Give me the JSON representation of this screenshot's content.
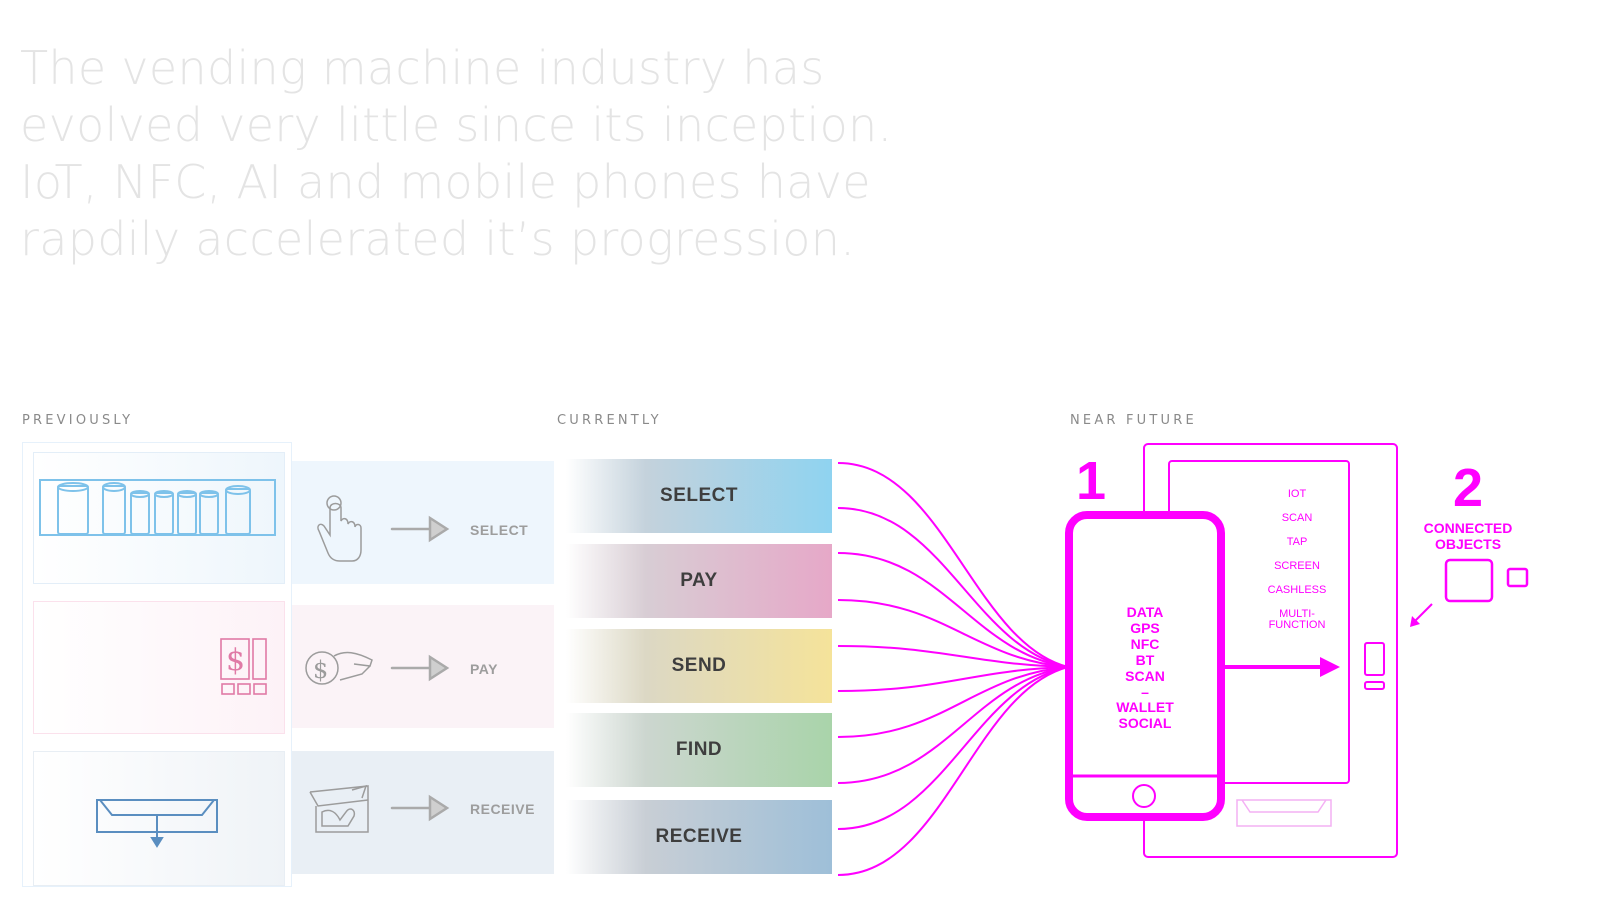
{
  "headline": [
    "The vending machine industry has",
    "evolved very little since its inception.",
    "IoT, NFC, AI and mobile phones have",
    "rapdily accelerated it’s progression."
  ],
  "sections": {
    "previously": "PREVIOUSLY",
    "currently": "CURRENTLY",
    "near_future": "NEAR FUTURE"
  },
  "previously_steps": [
    {
      "label": "SELECT",
      "icon": "finger-tap-icon"
    },
    {
      "label": "PAY",
      "icon": "coin-in-hand-icon"
    },
    {
      "label": "RECEIVE",
      "icon": "hand-in-slot-icon"
    }
  ],
  "currently_steps": [
    {
      "label": "SELECT",
      "color": "#8fd3f0"
    },
    {
      "label": "PAY",
      "color": "#e6a8c8"
    },
    {
      "label": "SEND",
      "color": "#f5e39a"
    },
    {
      "label": "FIND",
      "color": "#a9d4aa"
    },
    {
      "label": "RECEIVE",
      "color": "#9ebfd8"
    }
  ],
  "near_future": {
    "phone_number": "1",
    "phone_features": [
      "DATA",
      "GPS",
      "NFC",
      "BT",
      "SCAN",
      "–",
      "WALLET",
      "SOCIAL"
    ],
    "machine_features": [
      "IOT",
      "SCAN",
      "TAP",
      "SCREEN",
      "CASHLESS",
      "MULTI-",
      "FUNCTION"
    ],
    "objects_number": "2",
    "objects_label_1": "CONNECTED",
    "objects_label_2": "OBJECTS"
  },
  "colors": {
    "accent": "#ff00ff",
    "headline": "#e4e4e4",
    "label": "#8a8a8a"
  }
}
